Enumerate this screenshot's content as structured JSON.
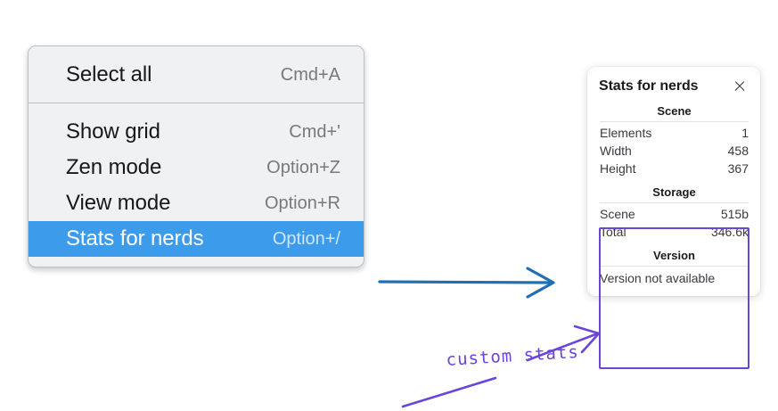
{
  "context_menu": {
    "name": "canvas-context-menu",
    "groups": [
      {
        "items": [
          {
            "label": "Select all",
            "shortcut": "Cmd+A",
            "selected": false
          }
        ]
      },
      {
        "items": [
          {
            "label": "Show grid",
            "shortcut": "Cmd+'",
            "selected": false
          },
          {
            "label": "Zen mode",
            "shortcut": "Option+Z",
            "selected": false
          },
          {
            "label": "View mode",
            "shortcut": "Option+R",
            "selected": false
          },
          {
            "label": "Stats for nerds",
            "shortcut": "Option+/",
            "selected": true
          }
        ]
      }
    ]
  },
  "stats_panel": {
    "title": "Stats for nerds",
    "close_icon": "close-icon",
    "sections": [
      {
        "heading": "Scene",
        "rows": [
          {
            "label": "Elements",
            "value": "1"
          },
          {
            "label": "Width",
            "value": "458"
          },
          {
            "label": "Height",
            "value": "367"
          }
        ]
      },
      {
        "heading": "Storage",
        "rows": [
          {
            "label": "Scene",
            "value": "515b"
          },
          {
            "label": "Total",
            "value": "346.6k"
          }
        ]
      },
      {
        "heading": "Version",
        "text": "Version not available"
      }
    ]
  },
  "annotations": {
    "handwritten_label": "custom stats",
    "arrow_color_blue": "#1f6fb2",
    "arrow_color_purple": "#6b46d6",
    "highlight_box_color": "#6b46d6"
  },
  "colors": {
    "menu_background": "#f0f1f3",
    "menu_border": "#b9c0c9",
    "selection_blue": "#3d9bec",
    "panel_background": "#ffffff",
    "text_primary": "#17181a",
    "text_muted": "#77797d"
  }
}
